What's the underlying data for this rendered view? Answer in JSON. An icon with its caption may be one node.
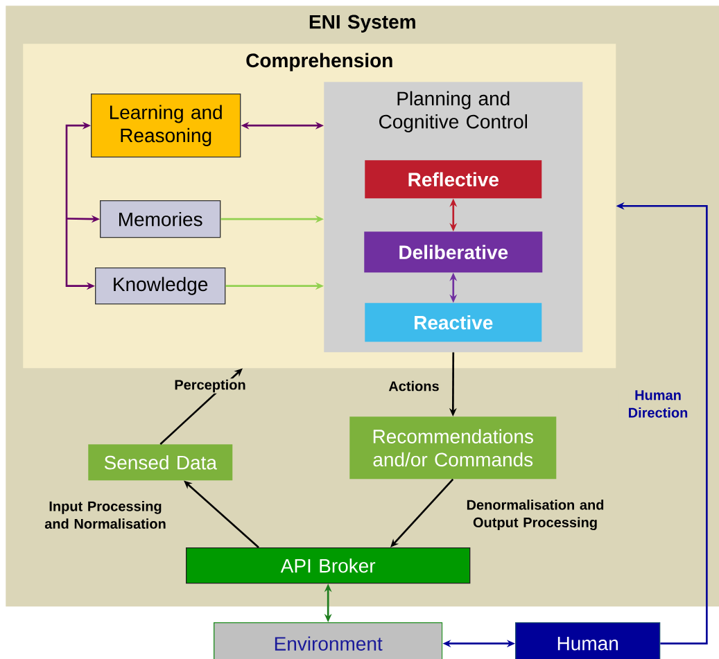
{
  "diagram": {
    "nodes": [
      {
        "text": [
          "ENI System"
        ]
      },
      {
        "text": [
          "Comprehension"
        ],
        "in": 0
      },
      {
        "text": [
          "Learning and Reasoning"
        ],
        "in": 1
      },
      {
        "text": [
          "Memories"
        ],
        "in": 1
      },
      {
        "text": [
          "Knowledge"
        ],
        "in": 1
      },
      {
        "text": [
          "Planning and Cognitive Control"
        ],
        "in": 1
      },
      {
        "text": [
          "Reflective"
        ],
        "in": 5
      },
      {
        "text": [
          "Deliberative"
        ],
        "in": 5
      },
      {
        "text": [
          "Reactive"
        ],
        "in": 5
      },
      {
        "text": [
          "Sensed Data"
        ],
        "in": 0
      },
      {
        "text": [
          "Recommendations and/or Commands"
        ],
        "in": 0
      },
      {
        "text": [
          "API Broker"
        ],
        "in": 0
      },
      {
        "text": [
          "Environment"
        ]
      },
      {
        "text": [
          "Human"
        ]
      }
    ],
    "edges": [
      {
        "from": null,
        "to": 2,
        "arrow": "to",
        "color": "#660066"
      },
      {
        "from": null,
        "to": 3,
        "arrow": "to",
        "color": "#660066"
      },
      {
        "from": null,
        "to": 4,
        "arrow": "to",
        "color": "#660066"
      },
      {
        "from": 2,
        "to": 5,
        "arrow": "both",
        "color": "#660066"
      },
      {
        "from": 3,
        "to": 5,
        "arrow": "to",
        "color": "#92d050"
      },
      {
        "from": 4,
        "to": 5,
        "arrow": "to",
        "color": "#92d050"
      },
      {
        "from": 6,
        "to": 7,
        "arrow": "both",
        "color": "#be1e2d"
      },
      {
        "from": 7,
        "to": 8,
        "arrow": "both",
        "color": "#7030a0"
      },
      {
        "from": 9,
        "to": 1,
        "arrow": "to",
        "label": "Perception",
        "color": "#000000"
      },
      {
        "from": 5,
        "to": 10,
        "arrow": "to",
        "label": "Actions",
        "color": "#000000"
      },
      {
        "from": 11,
        "to": 9,
        "arrow": "to",
        "label": "Input Processing and Normalisation",
        "color": "#000000"
      },
      {
        "from": 10,
        "to": 11,
        "arrow": "to",
        "label": "Denormalisation and Output Processing",
        "color": "#000000"
      },
      {
        "from": 11,
        "to": 12,
        "arrow": "both",
        "color": "#1e7d1e"
      },
      {
        "from": 12,
        "to": 13,
        "arrow": "both",
        "color": "#000099"
      },
      {
        "from": 13,
        "to": 1,
        "arrow": "to",
        "label": "Human Direction",
        "color": "#000099"
      }
    ]
  }
}
